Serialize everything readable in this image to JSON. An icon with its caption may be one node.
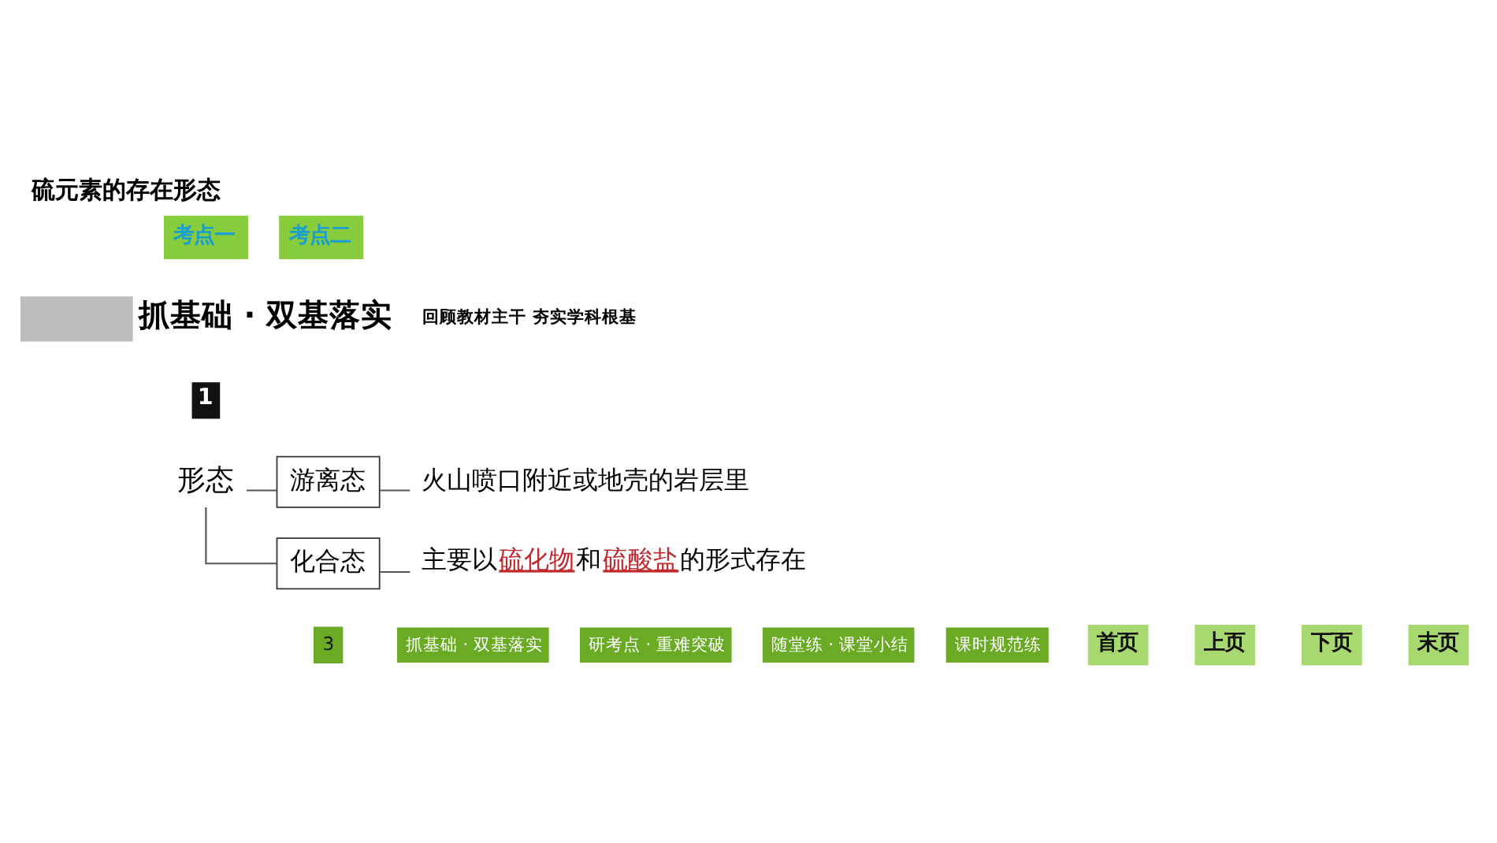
{
  "diagram": {
    "title": "硫元素的存在形态",
    "nodes": [
      {
        "text": [
          "形态"
        ]
      },
      {
        "text": [
          "游离态"
        ]
      },
      {
        "text": [
          "火山喷口附近或地壳的岩层里"
        ]
      },
      {
        "text": [
          "化合态"
        ]
      },
      {
        "text": [
          "主要以**硫化物**和**硫酸盐**的形式存在"
        ]
      }
    ],
    "edges": [
      {
        "from": 0,
        "to": 1,
        "arrow": "none"
      },
      {
        "from": 0,
        "to": 3,
        "arrow": "none"
      },
      {
        "from": 1,
        "to": 2,
        "arrow": "none"
      },
      {
        "from": 3,
        "to": 4,
        "arrow": "none"
      }
    ],
    "labels": [
      "考点一",
      "考点二",
      "抓基础 · 双基落实",
      "回顾教材主干 夯实学科根基",
      "1",
      "3",
      "抓基础 · 双基落实",
      "研考点 · 重难突破",
      "随堂练 · 课堂小结",
      "课时规范练",
      "首页",
      "上页",
      "下页",
      "末页"
    ]
  }
}
